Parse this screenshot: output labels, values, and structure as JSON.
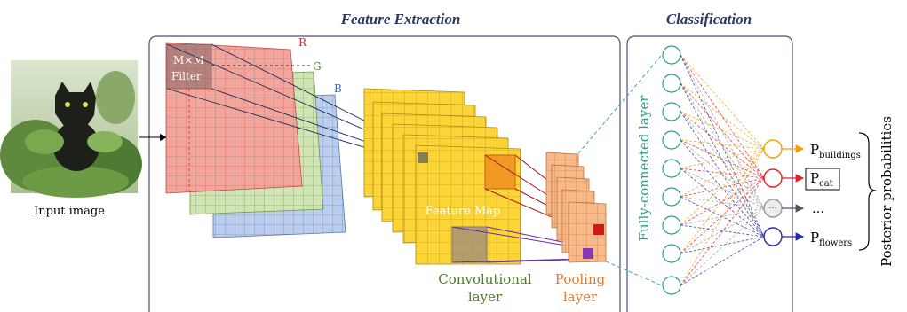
{
  "sections": {
    "feature_title": "Feature Extraction",
    "classification_title": "Classification"
  },
  "input": {
    "label": "Input image"
  },
  "channels": {
    "r": "R",
    "g": "G",
    "b": "B"
  },
  "filter": {
    "line1": "M×M",
    "line2": "Filter"
  },
  "feature_map": {
    "label": "Feature Map"
  },
  "conv": {
    "line1": "Convolutional",
    "line2": "layer"
  },
  "pool": {
    "line1": "Pooling",
    "line2": "layer"
  },
  "fc": {
    "label": "Fully-connected layer"
  },
  "outputs": {
    "p_label": "P",
    "buildings": "buildings",
    "cat": "cat",
    "ellipsis": "…",
    "dots": "···",
    "flowers": "flowers",
    "posterior": "Posterior probabilities"
  },
  "colors": {
    "red_channel": "#f4a49a",
    "green_channel": "#cfe6b0",
    "blue_channel": "#b9cdef",
    "feature_map": "#fbd437",
    "pool": "#f7b98a",
    "neuron": "#2f9d8f",
    "box": "#4a4f7a",
    "out_yellow": "#f0a000",
    "out_red": "#e0202a",
    "out_gray": "#9a9a9a",
    "out_blue": "#2a2aa0"
  }
}
